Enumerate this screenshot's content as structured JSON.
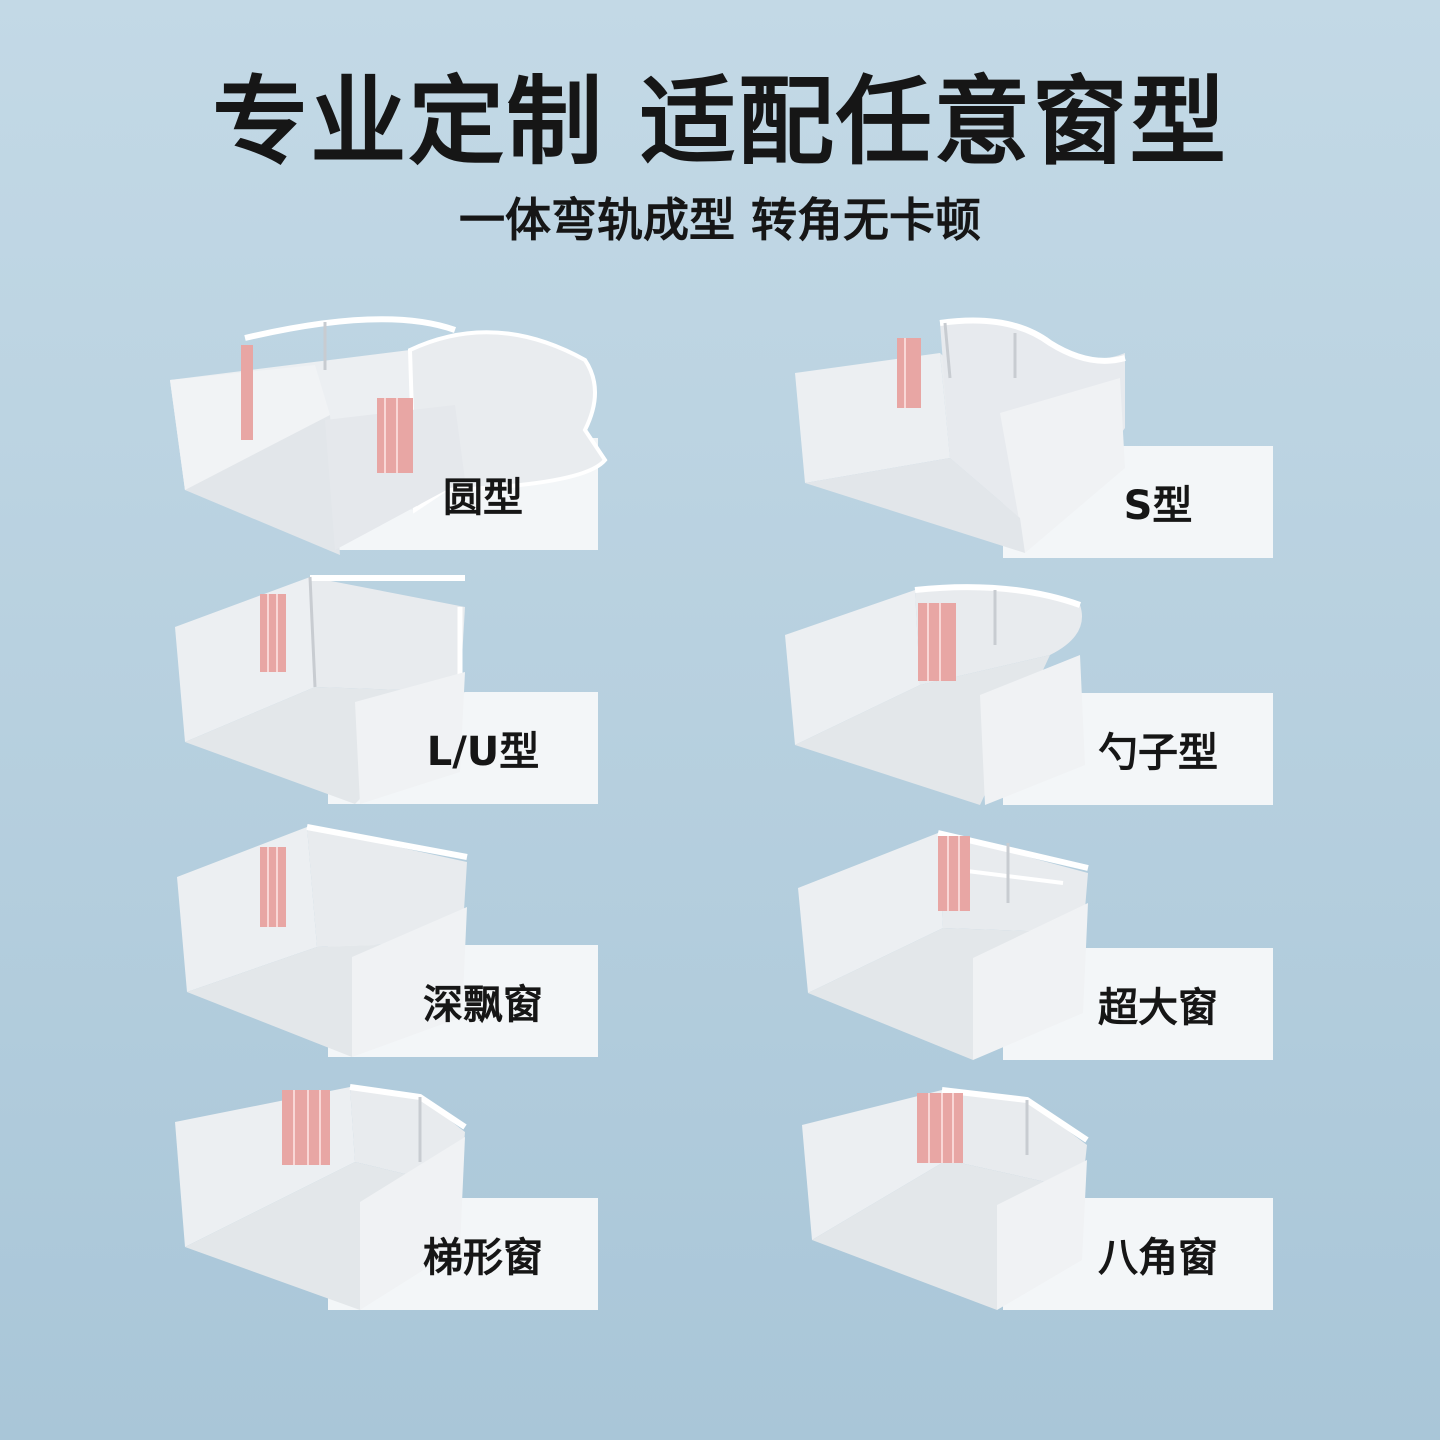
{
  "header": {
    "title": "专业定制 适配任意窗型",
    "subtitle": "一体弯轨成型 转角无卡顿"
  },
  "window_types": [
    {
      "label": "圆型",
      "icon": "round-bay-window-icon"
    },
    {
      "label": "S型",
      "icon": "s-shaped-window-icon"
    },
    {
      "label": "L/U型",
      "icon": "lu-shaped-window-icon"
    },
    {
      "label": "勺子型",
      "icon": "spoon-shaped-window-icon"
    },
    {
      "label": "深飘窗",
      "icon": "deep-bay-window-icon"
    },
    {
      "label": "超大窗",
      "icon": "extra-large-window-icon"
    },
    {
      "label": "梯形窗",
      "icon": "trapezoid-window-icon"
    },
    {
      "label": "八角窗",
      "icon": "octagonal-window-icon"
    }
  ],
  "colors": {
    "background": "#b9d1e0",
    "card": "#f3f6f8",
    "wall": "#dfe3e7",
    "floor": "#e9ecef",
    "curtain": "#e8a6a4",
    "rail": "#ffffff",
    "text": "#161616"
  }
}
